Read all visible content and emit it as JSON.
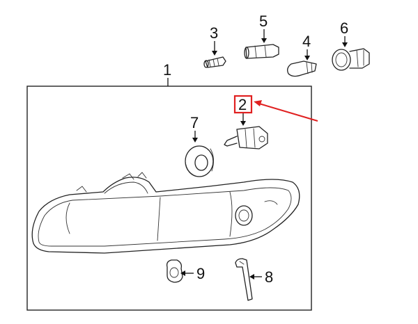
{
  "callouts": {
    "assembly": "1",
    "bulb_headlamp": "2",
    "bulb_small": "3",
    "bulb_wedge": "4",
    "bulb_amber": "6",
    "seal": "7",
    "wire": "8",
    "adjuster": "9",
    "socket_base": "5"
  },
  "highlight": {
    "target_callout": "2",
    "box_color": "#e02020",
    "arrow_color": "#e02020"
  }
}
